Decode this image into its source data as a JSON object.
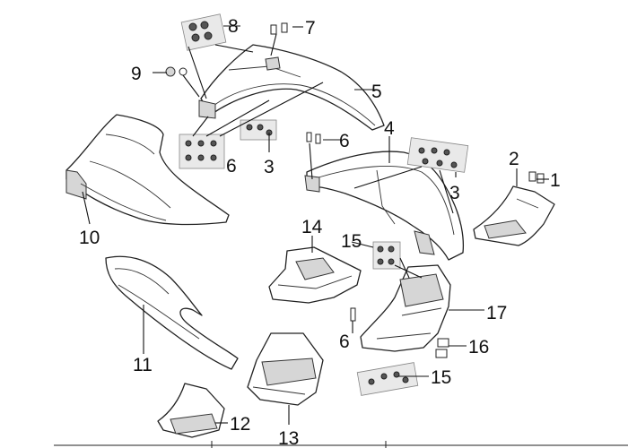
{
  "callouts": {
    "c1": "1",
    "c2": "2",
    "c3a": "3",
    "c3b": "3",
    "c4": "4",
    "c5": "5",
    "c6a": "6",
    "c6b": "6",
    "c6c": "6",
    "c7": "7",
    "c8": "8",
    "c9": "9",
    "c10": "10",
    "c11": "11",
    "c12": "12",
    "c13": "13",
    "c14": "14",
    "c15a": "15",
    "c15b": "15",
    "c16": "16",
    "c17": "17"
  },
  "colors": {
    "line": "#222222",
    "shade": "#d6d6d6",
    "background": "#ffffff"
  }
}
